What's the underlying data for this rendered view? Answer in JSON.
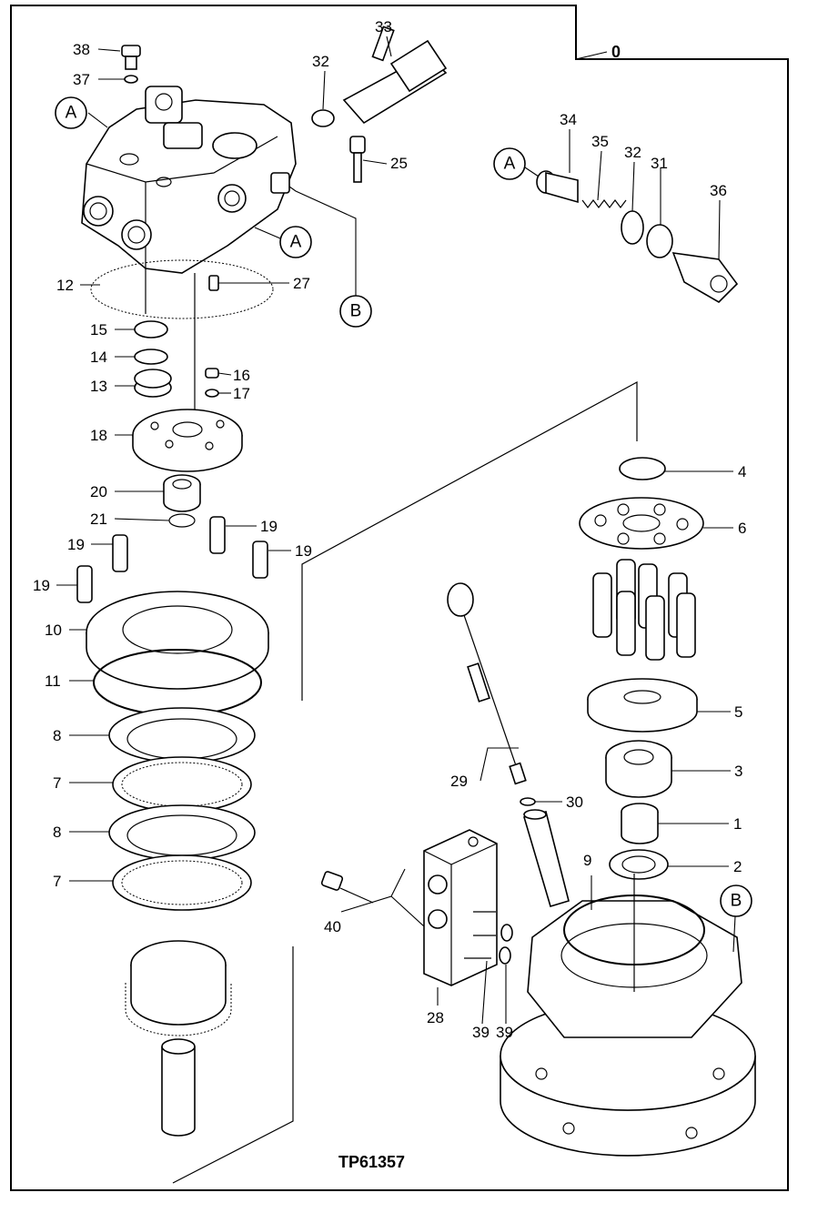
{
  "figure_id": "TP61357",
  "group_number": "0",
  "callouts": [
    "A",
    "B"
  ],
  "parts": {
    "p1": "1",
    "p2": "2",
    "p3": "3",
    "p4": "4",
    "p5": "5",
    "p6": "6",
    "p7": "7",
    "p8": "8",
    "p9": "9",
    "p10": "10",
    "p11": "11",
    "p12": "12",
    "p13": "13",
    "p14": "14",
    "p15": "15",
    "p16": "16",
    "p17": "17",
    "p18": "18",
    "p19": "19",
    "p20": "20",
    "p21": "21",
    "p25": "25",
    "p27": "27",
    "p28": "28",
    "p29": "29",
    "p30": "30",
    "p31": "31",
    "p32": "32",
    "p33": "33",
    "p34": "34",
    "p35": "35",
    "p36": "36",
    "p37": "37",
    "p38": "38",
    "p39": "39",
    "p40": "40"
  }
}
